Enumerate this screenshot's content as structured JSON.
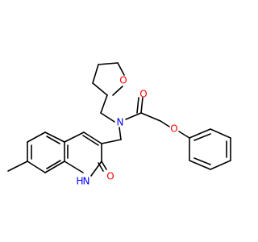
{
  "colors": {
    "bond": "#000000",
    "oxygen": "#ff0000",
    "nitrogen": "#0000ff",
    "carbon": "#000000"
  },
  "atoms": {
    "o_thf": "O",
    "o_carbonyl": "O",
    "o_ether": "O",
    "n_amide": "N",
    "o_lactam": "O",
    "nh_lactam": "H",
    "nh_lactam_n": "N"
  }
}
